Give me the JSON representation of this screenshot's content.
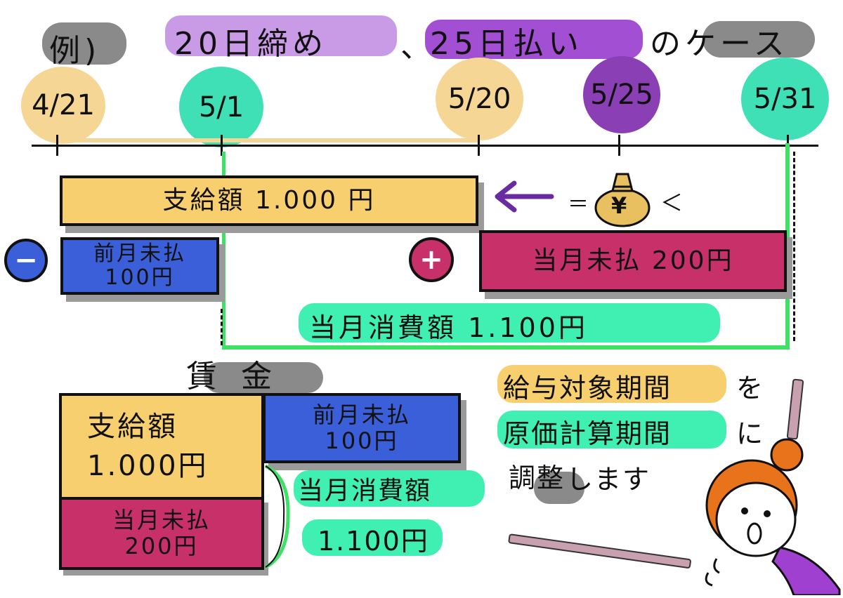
{
  "title": {
    "example_label": "例)",
    "main": "20日締め、25日払いのケース",
    "part_cutoff": "20日締め",
    "part_comma": "、",
    "part_payday": "25日払い",
    "part_case": "のケース"
  },
  "timeline": {
    "dates": [
      {
        "label": "4/21",
        "color": "#f6d694"
      },
      {
        "label": "5/1",
        "color": "#3fe0b6"
      },
      {
        "label": "5/20",
        "color": "#f6d694"
      },
      {
        "label": "5/25",
        "color": "#8a3fb5"
      },
      {
        "label": "5/31",
        "color": "#3fe0b6"
      }
    ]
  },
  "bars": {
    "paid": {
      "label": "支給額 1.000 円",
      "color": "#f8cf6e"
    },
    "prev_unpaid": {
      "line1": "前月未払",
      "line2": "100円",
      "color": "#3a5fd8"
    },
    "curr_unpaid": {
      "label": "当月未払 200円",
      "color": "#c8306a"
    },
    "consumed": {
      "label": "当月消費額 1.100円",
      "color": "#3ff0b2"
    }
  },
  "symbols": {
    "minus": "−",
    "plus": "+",
    "money_bag": "¥",
    "left_arrow": "←",
    "sparkle_left": "＝",
    "sparkle_right": "＜"
  },
  "wage_table": {
    "heading": "賃 金",
    "paid": {
      "line1": "支給額",
      "line2": "1.000円",
      "color": "#f8cf6e"
    },
    "curr_unpaid": {
      "line1": "当月未払",
      "line2": "200円",
      "color": "#c8306a"
    },
    "prev_unpaid": {
      "line1": "前月未払",
      "line2": "100円",
      "color": "#3a5fd8"
    },
    "consumed": {
      "line1": "当月消費額",
      "line2": "1.100円",
      "color": "#3ff0b2"
    }
  },
  "note": {
    "line1_highlight": "給与対象期間",
    "line1_suffix": "を",
    "line2_highlight": "原価計算期間",
    "line2_suffix": "に",
    "line3_highlight": "調整",
    "line3_suffix": "します"
  },
  "colors": {
    "yellow": "#f8cf6e",
    "blue": "#3a5fd8",
    "magenta": "#c8306a",
    "green": "#3ff0b2",
    "purple": "#b46ee0",
    "gray": "#8a8a8a"
  }
}
